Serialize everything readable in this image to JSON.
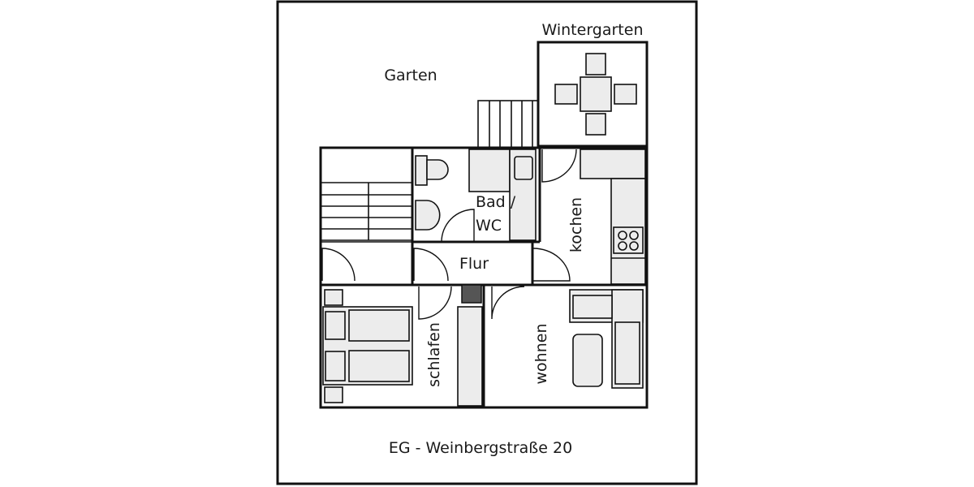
{
  "title": "EG - Weinbergstraße 20",
  "labels": {
    "garten": "Garten",
    "wintergarten": "Wintergarten",
    "bad_wc_line1": "Bad /",
    "bad_wc_line2": "WC",
    "kochen": "kochen",
    "flur": "Flur",
    "schlafen": "schlafen",
    "wohnen": "wohnen"
  }
}
